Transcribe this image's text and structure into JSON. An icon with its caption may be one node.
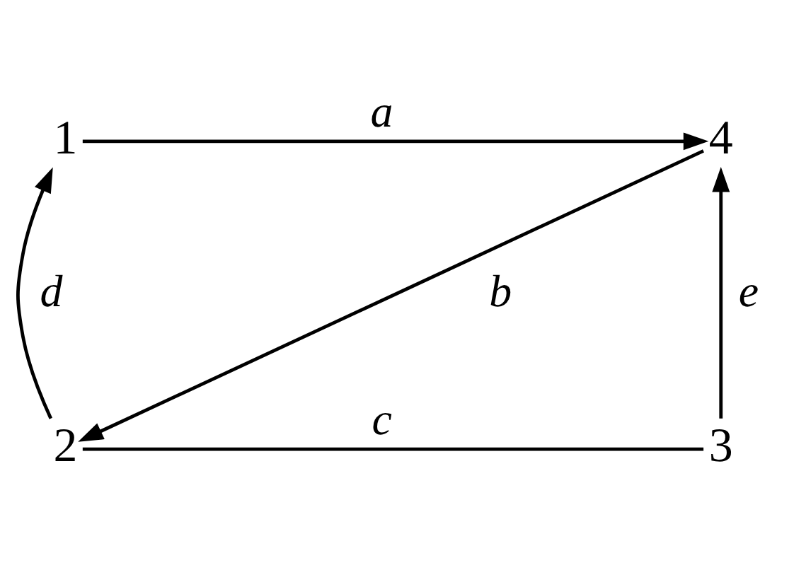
{
  "diagram": {
    "nodes": [
      {
        "text": [
          "1"
        ]
      },
      {
        "text": [
          "4"
        ]
      },
      {
        "text": [
          "2"
        ]
      },
      {
        "text": [
          "3"
        ]
      }
    ],
    "edges": [
      {
        "from": 0,
        "to": 1,
        "arrow": "to",
        "label": "a"
      },
      {
        "from": 1,
        "to": 2,
        "arrow": "to",
        "label": "b"
      },
      {
        "from": 2,
        "to": 3,
        "arrow": "none",
        "label": "c"
      },
      {
        "from": 2,
        "to": 0,
        "arrow": "to",
        "label": "d"
      },
      {
        "from": 3,
        "to": 1,
        "arrow": "to",
        "label": "e"
      }
    ]
  }
}
